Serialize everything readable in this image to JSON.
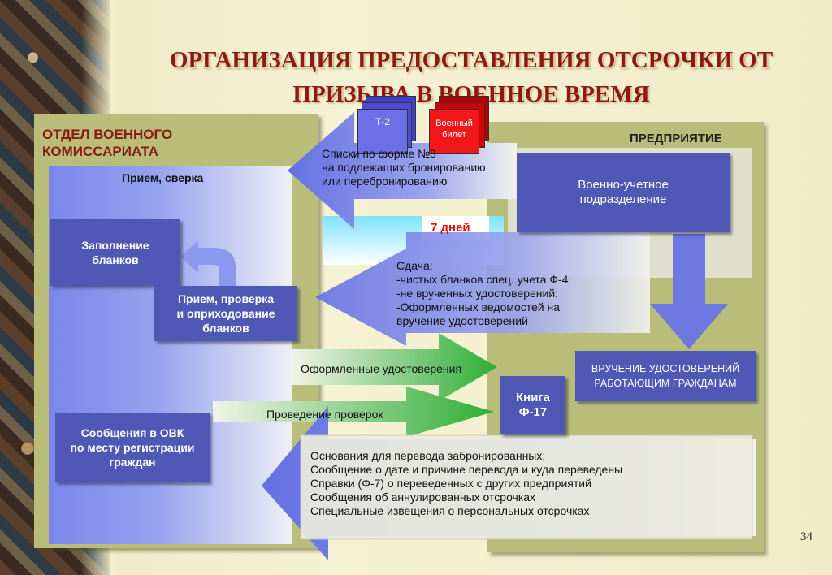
{
  "title": {
    "line1": "ОРГАНИЗАЦИЯ ПРЕДОСТАВЛЕНИЯ ОТСРОЧКИ ОТ",
    "line2": "ПРИЗЫВА В ВОЕННОЕ ВРЕМЯ"
  },
  "left_panel": {
    "title_line1": "ОТДЕЛ ВОЕННОГО",
    "title_line2": "КОМИССАРИАТА",
    "priem_sverka": "Прием, сверка",
    "zapolnenie_line1": "Заполнение",
    "zapolnenie_line2": "бланков",
    "priem_line1": "Прием, проверка",
    "priem_line2": "и оприходование",
    "priem_line3": "бланков",
    "ovk_line1": "Сообщения в ОВК",
    "ovk_line2": "по месту регистрации",
    "ovk_line3": "граждан"
  },
  "right_panel": {
    "title": "ПРЕДПРИЯТИЕ",
    "vuz_line1": "Военно-учетное",
    "vuz_line2": "подразделение",
    "vruchenie_line1": "ВРУЧЕНИЕ УДОСТОВЕРЕНИЙ",
    "vruchenie_line2": "РАБОТАЮЩИМ ГРАЖДАНАМ",
    "kniga_line1": "Книга",
    "kniga_line2": "Ф-17"
  },
  "documents": {
    "t2": "Т-2",
    "voenny_line1": "Военный",
    "voenny_line2": "билет"
  },
  "flows": {
    "spiski": [
      "Списки по форме №8",
      "на подлежащих  бронированию",
      "или перебронированию"
    ],
    "sem_dney": "7 дней",
    "sdacha": [
      "Сдача:",
      "-чистых бланков спец. учета Ф-4;",
      "-не врученных удостоверений;",
      "-Оформленных ведомостей на",
      "вручение удостоверений"
    ],
    "oformlennye": "Оформленные удостоверения",
    "provedenie": "Проведение проверок",
    "osnovaniya": [
      "Основания для перевода забронированных;",
      "Сообщение о дате и причине перевода и куда переведены",
      "Справки (Ф-7)  о переведенных с других предприятий",
      "Сообщения об аннулированных  отсрочках",
      "Специальные извещения  о персональных отсрочках"
    ]
  },
  "slide_number": "34",
  "colors": {
    "title_red": "#8b1a12",
    "panel_olive": "#b8be7a",
    "dark_blue_box": "#4f58b4",
    "arrow_blue": "#6d78e0",
    "arrow_green": "#35b23a",
    "accent_red": "#d8140a"
  }
}
